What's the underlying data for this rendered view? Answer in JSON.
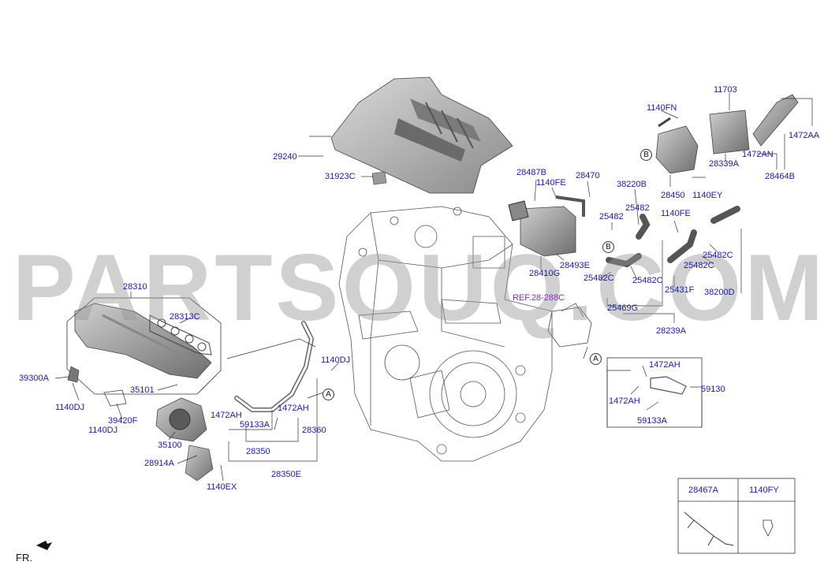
{
  "diagram": {
    "watermark": "PARTSOUQ.COM",
    "direction_label": "FR.",
    "reference": "REF.28-288C",
    "callouts": {
      "a": "A",
      "b": "B"
    },
    "parts": {
      "p29240": "29240",
      "p31923C": "31923C",
      "p28310": "28310",
      "p28313C": "28313C",
      "p39300A": "39300A",
      "p1140DJ_a": "1140DJ",
      "p1140DJ_b": "1140DJ",
      "p1140DJ_c": "1140DJ",
      "p39420F": "39420F",
      "p35101": "35101",
      "p35100": "35100",
      "p28914A": "28914A",
      "p1140EX": "1140EX",
      "p1472AH_a": "1472AH",
      "p1472AH_b": "1472AH",
      "p1472AH_c": "1472AH",
      "p1472AH_d": "1472AH",
      "p59133A_a": "59133A",
      "p59133A_b": "59133A",
      "p28350": "28350",
      "p28350E": "28350E",
      "p28360": "28360",
      "p59130": "59130",
      "p28487B": "28487B",
      "p1140FE_a": "1140FE",
      "p1140FE_b": "1140FE",
      "p28470": "28470",
      "p28493E": "28493E",
      "p28410G": "28410G",
      "p38220B": "38220B",
      "p25482_a": "25482",
      "p25482_b": "25482",
      "p25482C_a": "25482C",
      "p25482C_b": "25482C",
      "p25482C_c": "25482C",
      "p25482C_d": "25482C",
      "p25469G": "25469G",
      "p25431F": "25431F",
      "p38200D": "38200D",
      "p28239A": "28239A",
      "p1140FN": "1140FN",
      "p11703": "11703",
      "p28339A": "28339A",
      "p1472AN": "1472AN",
      "p1472AA": "1472AA",
      "p28464B": "28464B",
      "p28450": "28450",
      "p1140EY": "1140EY"
    },
    "inset": {
      "left_part": "28467A",
      "right_part": "1140FY"
    },
    "colors": {
      "label": "#1a1aa8",
      "reference": "#8a2bb5",
      "line": "#333333",
      "watermark": "#969696"
    }
  }
}
